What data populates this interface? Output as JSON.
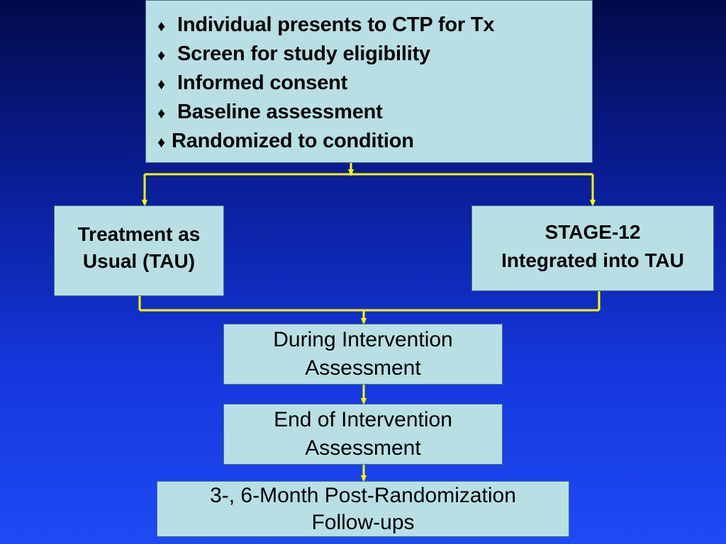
{
  "top_box": {
    "bullet": "♦",
    "items": [
      "Individual presents to CTP for Tx",
      "Screen for study eligibility",
      "Informed consent",
      "Baseline assessment",
      "Randomized to condition"
    ]
  },
  "tau_box": {
    "line1": "Treatment as",
    "line2": "Usual (TAU)"
  },
  "stage_box": {
    "line1": "STAGE-12",
    "line2": "Integrated into TAU"
  },
  "during_box": {
    "line1": "During Intervention",
    "line2": "Assessment"
  },
  "end_box": {
    "line1": "End of Intervention",
    "line2": "Assessment"
  },
  "followup_box": {
    "line1": "3-, 6-Month Post-Randomization",
    "line2": "Follow-ups"
  },
  "colors": {
    "connector": "#ffff00",
    "box_fill": "#b8dfe4",
    "background_top": "#030a4a",
    "background_bottom": "#1e4af4"
  }
}
